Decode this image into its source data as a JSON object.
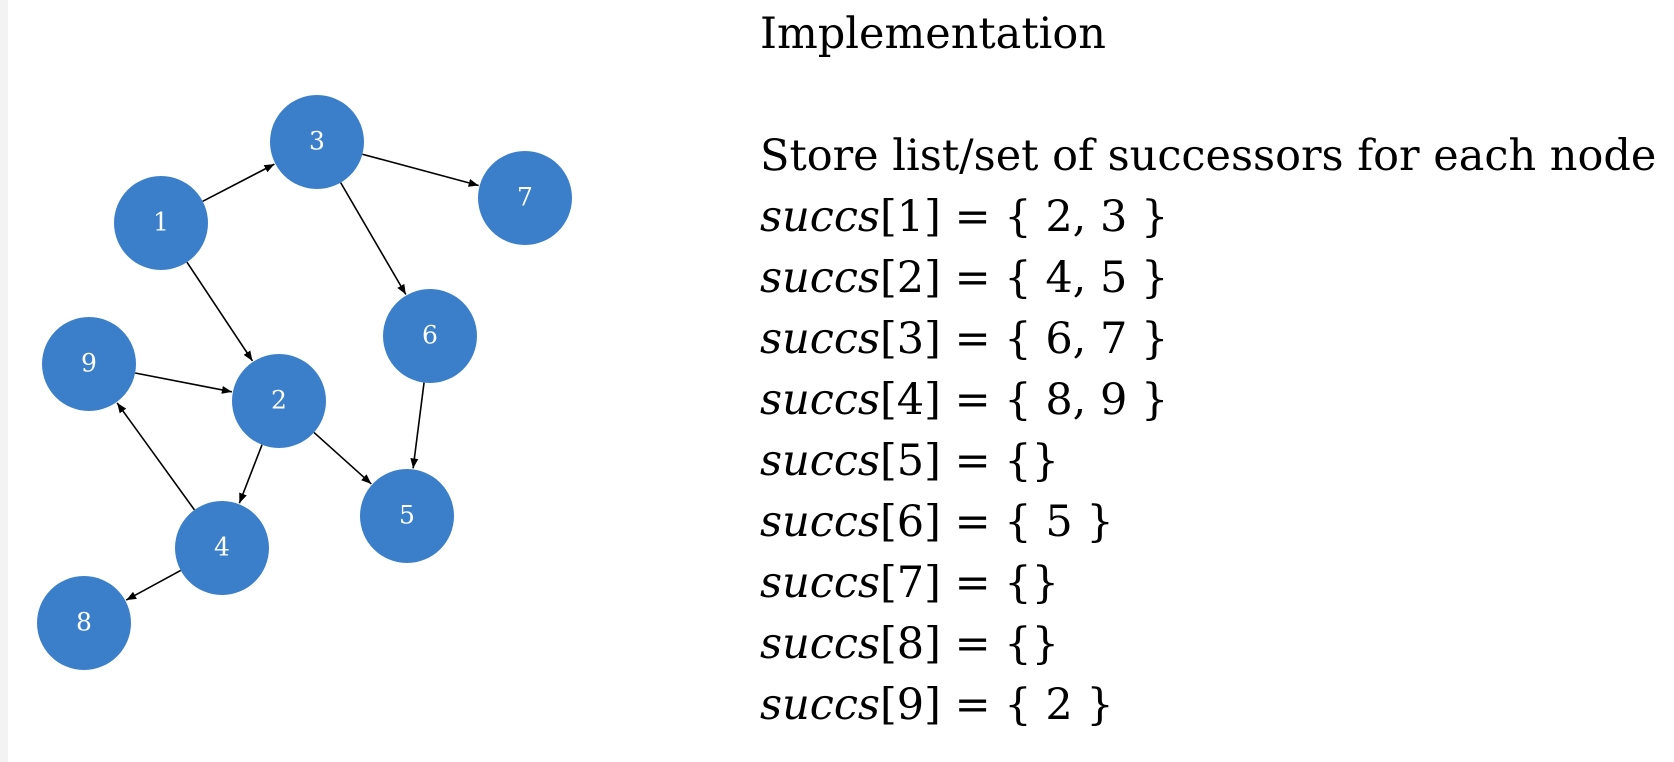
{
  "title": "Implementation",
  "description": "Store list/set of successors for each node",
  "graph": {
    "node_color": "#3b7fca",
    "label_color": "#ffffff",
    "edge_color": "#000000",
    "nodes": [
      {
        "id": "1",
        "label": "1"
      },
      {
        "id": "2",
        "label": "2"
      },
      {
        "id": "3",
        "label": "3"
      },
      {
        "id": "4",
        "label": "4"
      },
      {
        "id": "5",
        "label": "5"
      },
      {
        "id": "6",
        "label": "6"
      },
      {
        "id": "7",
        "label": "7"
      },
      {
        "id": "8",
        "label": "8"
      },
      {
        "id": "9",
        "label": "9"
      }
    ],
    "edges": [
      {
        "from": "1",
        "to": "3"
      },
      {
        "from": "1",
        "to": "2"
      },
      {
        "from": "3",
        "to": "7"
      },
      {
        "from": "3",
        "to": "6"
      },
      {
        "from": "6",
        "to": "5"
      },
      {
        "from": "9",
        "to": "2"
      },
      {
        "from": "2",
        "to": "5"
      },
      {
        "from": "2",
        "to": "4"
      },
      {
        "from": "4",
        "to": "9"
      },
      {
        "from": "4",
        "to": "8"
      }
    ]
  },
  "succs_name": "succs",
  "succs_lines": [
    {
      "index": "[1]",
      "rest": " = { 2, 3 }"
    },
    {
      "index": "[2]",
      "rest": " = { 4, 5 }"
    },
    {
      "index": "[3]",
      "rest": " = { 6, 7 }"
    },
    {
      "index": "[4]",
      "rest": " = { 8, 9 }"
    },
    {
      "index": "[5]",
      "rest": " = {}"
    },
    {
      "index": "[6]",
      "rest": " = { 5 }"
    },
    {
      "index": "[7]",
      "rest": " = {}"
    },
    {
      "index": "[8]",
      "rest": " = {}"
    },
    {
      "index": "[9]",
      "rest": " = { 2 }"
    }
  ]
}
